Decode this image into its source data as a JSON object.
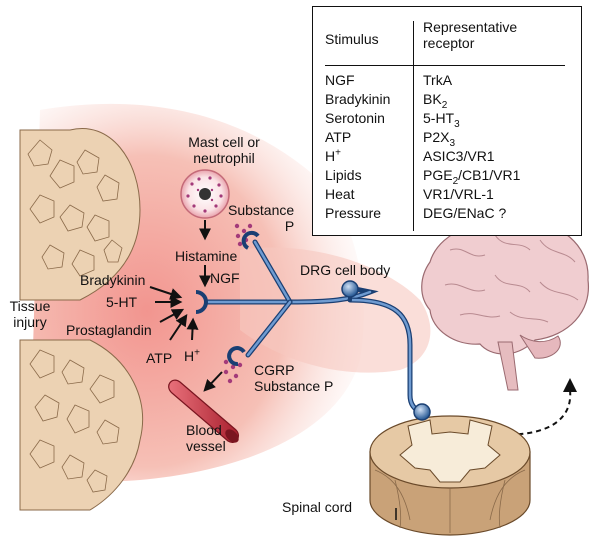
{
  "labels": {
    "mast_cell": "Mast cell or\nneutrophil",
    "substance_p_top": "Substance\nP",
    "histamine": "Histamine",
    "ngf": "NGF",
    "bradykinin": "Bradykinin",
    "five_ht": "5-HT",
    "prostaglandin": "Prostaglandin",
    "atp": "ATP",
    "h_plus": "H+",
    "tissue_injury": "Tissue\ninjury",
    "cgrp": "CGRP\nSubstance P",
    "blood_vessel": "Blood\nvessel",
    "drg": "DRG cell body",
    "spinal_cord": "Spinal cord"
  },
  "table": {
    "col1_header": "Stimulus",
    "col2_header": "Representative\nreceptor",
    "rows": [
      {
        "stimulus": "NGF",
        "receptor": "TrkA"
      },
      {
        "stimulus": "Bradykinin",
        "receptor": "BK2"
      },
      {
        "stimulus": "Serotonin",
        "receptor": "5-HT3"
      },
      {
        "stimulus": "ATP",
        "receptor": "P2X3"
      },
      {
        "stimulus": "H+",
        "receptor": "ASIC3/VR1"
      },
      {
        "stimulus": "Lipids",
        "receptor": "PGE2/CB1/VR1"
      },
      {
        "stimulus": "Heat",
        "receptor": "VR1/VRL-1"
      },
      {
        "stimulus": "Pressure",
        "receptor": "DEG/ENaC ?"
      }
    ]
  },
  "colors": {
    "inflamed_pink": "#f3a6a0",
    "skin_tan": "#e8c9a8",
    "nerve_blue": "#2e5f99",
    "vessel_red": "#c0303a",
    "brain_pink": "#efc9cc",
    "spinal_tan": "#d9b38c",
    "particle_purple": "#a33a7a"
  }
}
